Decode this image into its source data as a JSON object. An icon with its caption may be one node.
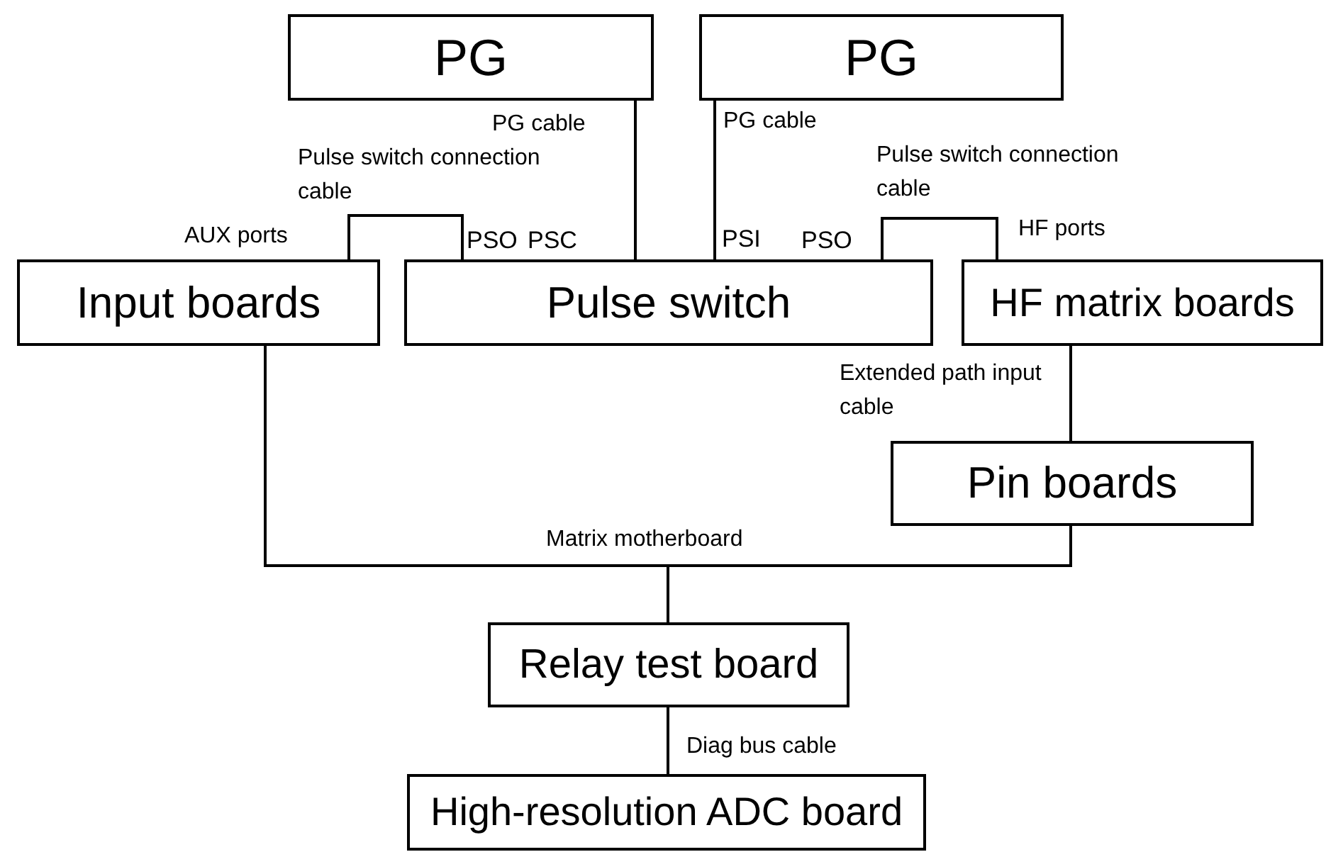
{
  "diagram": {
    "nodes": [
      {
        "text": [
          "PG"
        ]
      },
      {
        "text": [
          "PG"
        ]
      },
      {
        "text": [
          "Input boards"
        ]
      },
      {
        "text": [
          "Pulse switch"
        ]
      },
      {
        "text": [
          "HF matrix boards"
        ]
      },
      {
        "text": [
          "Pin boards"
        ]
      },
      {
        "text": [
          "Relay test board"
        ]
      },
      {
        "text": [
          "High-resolution ADC board"
        ]
      }
    ],
    "edges": [
      {
        "from": 0,
        "to": 3,
        "arrow": "none",
        "label": "PG cable"
      },
      {
        "from": 1,
        "to": 3,
        "arrow": "none",
        "label": "PG cable"
      },
      {
        "from": 2,
        "to": 3,
        "arrow": "none",
        "label": "Pulse switch connection cable"
      },
      {
        "from": 3,
        "to": 4,
        "arrow": "none",
        "label": "Pulse switch connection cable"
      },
      {
        "from": 4,
        "to": 5,
        "arrow": "none",
        "label": "Extended path input cable"
      },
      {
        "from": 2,
        "to": 6,
        "arrow": "none",
        "label": "Matrix motherboard"
      },
      {
        "from": 5,
        "to": 6,
        "arrow": "none"
      },
      {
        "from": 6,
        "to": 7,
        "arrow": "none",
        "label": "Diag bus cable"
      }
    ],
    "labels": [
      "AUX ports",
      "PSO",
      "PSC",
      "PSI",
      "PSO",
      "HF ports"
    ]
  }
}
